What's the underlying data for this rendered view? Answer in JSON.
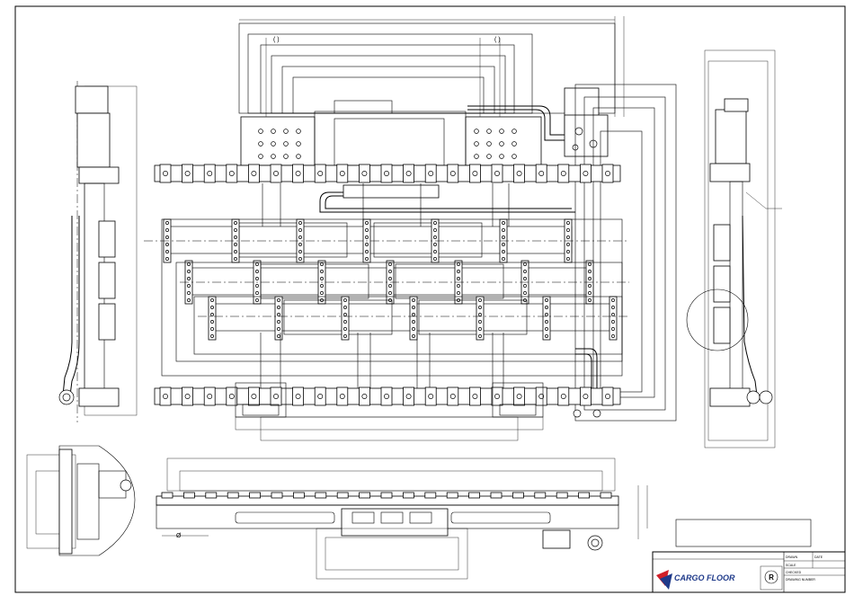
{
  "drawing": {
    "dimension_marks": [
      "( )",
      "( )",
      "Ø"
    ],
    "title_block": {
      "company_logo_text": "CARGO FLOOR",
      "registered_mark": "R",
      "field_labels": [
        "DRAWN",
        "DATE",
        "SCALE",
        "CHECKED",
        "DRAWING NUMBER"
      ]
    }
  }
}
